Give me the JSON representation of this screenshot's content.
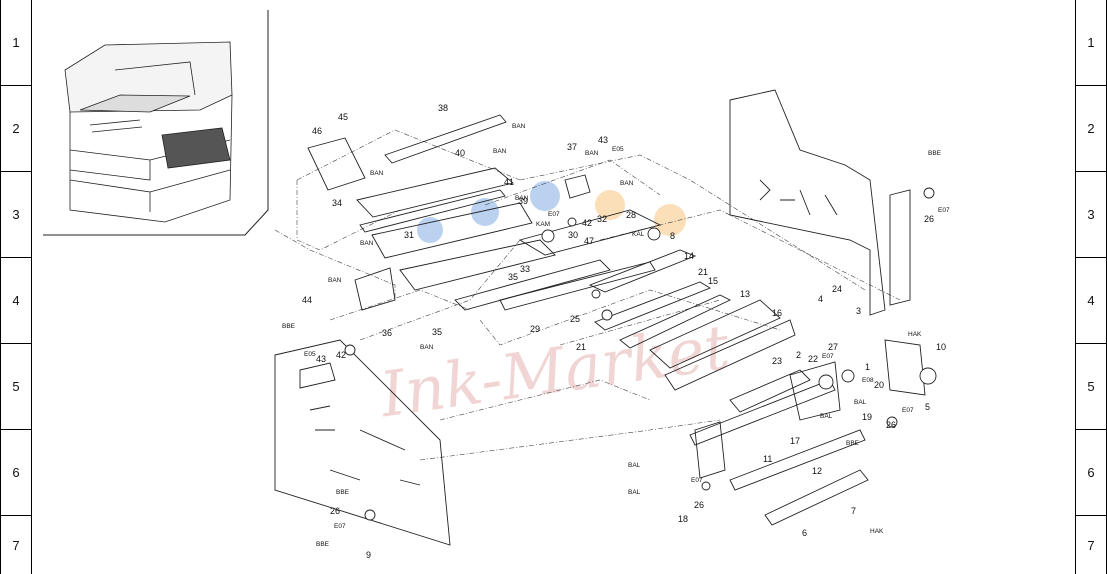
{
  "grid_rows": [
    "1",
    "2",
    "3",
    "4",
    "5",
    "6",
    "7"
  ],
  "watermark": "Ink-Market",
  "callouts": [
    "1",
    "2",
    "3",
    "4",
    "5",
    "6",
    "7",
    "8",
    "9",
    "10",
    "11",
    "12",
    "13",
    "14",
    "15",
    "16",
    "17",
    "18",
    "19",
    "20",
    "21",
    "22",
    "23",
    "24",
    "25",
    "26",
    "27",
    "28",
    "29",
    "30",
    "31",
    "32",
    "33",
    "34",
    "35",
    "36",
    "37",
    "38",
    "39",
    "40",
    "41",
    "42",
    "43",
    "44",
    "45",
    "46",
    "47"
  ],
  "fastener_codes": [
    "BAN",
    "BBE",
    "BAL",
    "E05",
    "E07",
    "E08",
    "HAK",
    "KAM",
    "KAL"
  ]
}
